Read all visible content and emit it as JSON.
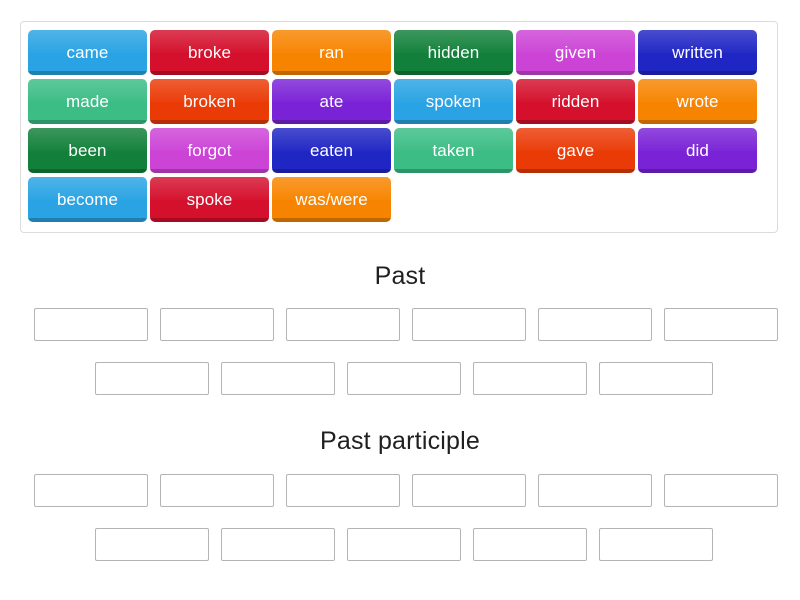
{
  "activity": {
    "type": "drag-and-drop-group-sort",
    "tile_bank": {
      "name": "word-tile-bank",
      "rows": [
        [
          {
            "label": "came",
            "color": "#29a3e3"
          },
          {
            "label": "broke",
            "color": "#d4102c"
          },
          {
            "label": "ran",
            "color": "#f78400"
          },
          {
            "label": "hidden",
            "color": "#12803a"
          },
          {
            "label": "given",
            "color": "#cc44d6"
          },
          {
            "label": "written",
            "color": "#2026c4"
          }
        ],
        [
          {
            "label": "made",
            "color": "#3bbd85"
          },
          {
            "label": "broken",
            "color": "#ea3b07"
          },
          {
            "label": "ate",
            "color": "#7a22d6"
          },
          {
            "label": "spoken",
            "color": "#29a3e3"
          },
          {
            "label": "ridden",
            "color": "#d4102c"
          },
          {
            "label": "wrote",
            "color": "#f78400"
          }
        ],
        [
          {
            "label": "been",
            "color": "#12803a"
          },
          {
            "label": "forgot",
            "color": "#cc44d6"
          },
          {
            "label": "eaten",
            "color": "#2026c4"
          },
          {
            "label": "taken",
            "color": "#3bbd85"
          },
          {
            "label": "gave",
            "color": "#ea3b07"
          },
          {
            "label": "did",
            "color": "#7a22d6"
          }
        ],
        [
          {
            "label": "become",
            "color": "#29a3e3"
          },
          {
            "label": "spoke",
            "color": "#d4102c"
          },
          {
            "label": "was/were",
            "color": "#f78400"
          }
        ]
      ]
    },
    "groups": [
      {
        "heading": "Past",
        "rows": [
          {
            "slots": 6
          },
          {
            "slots": 5
          }
        ]
      },
      {
        "heading": "Past participle",
        "rows": [
          {
            "slots": 6
          },
          {
            "slots": 5
          }
        ]
      }
    ]
  },
  "colors": {
    "page_background": "#ffffff",
    "bank_border": "#dcdcdc",
    "dropzone_border": "#b4b4b4",
    "heading_text": "#202020",
    "tile_text": "#ffffff"
  }
}
